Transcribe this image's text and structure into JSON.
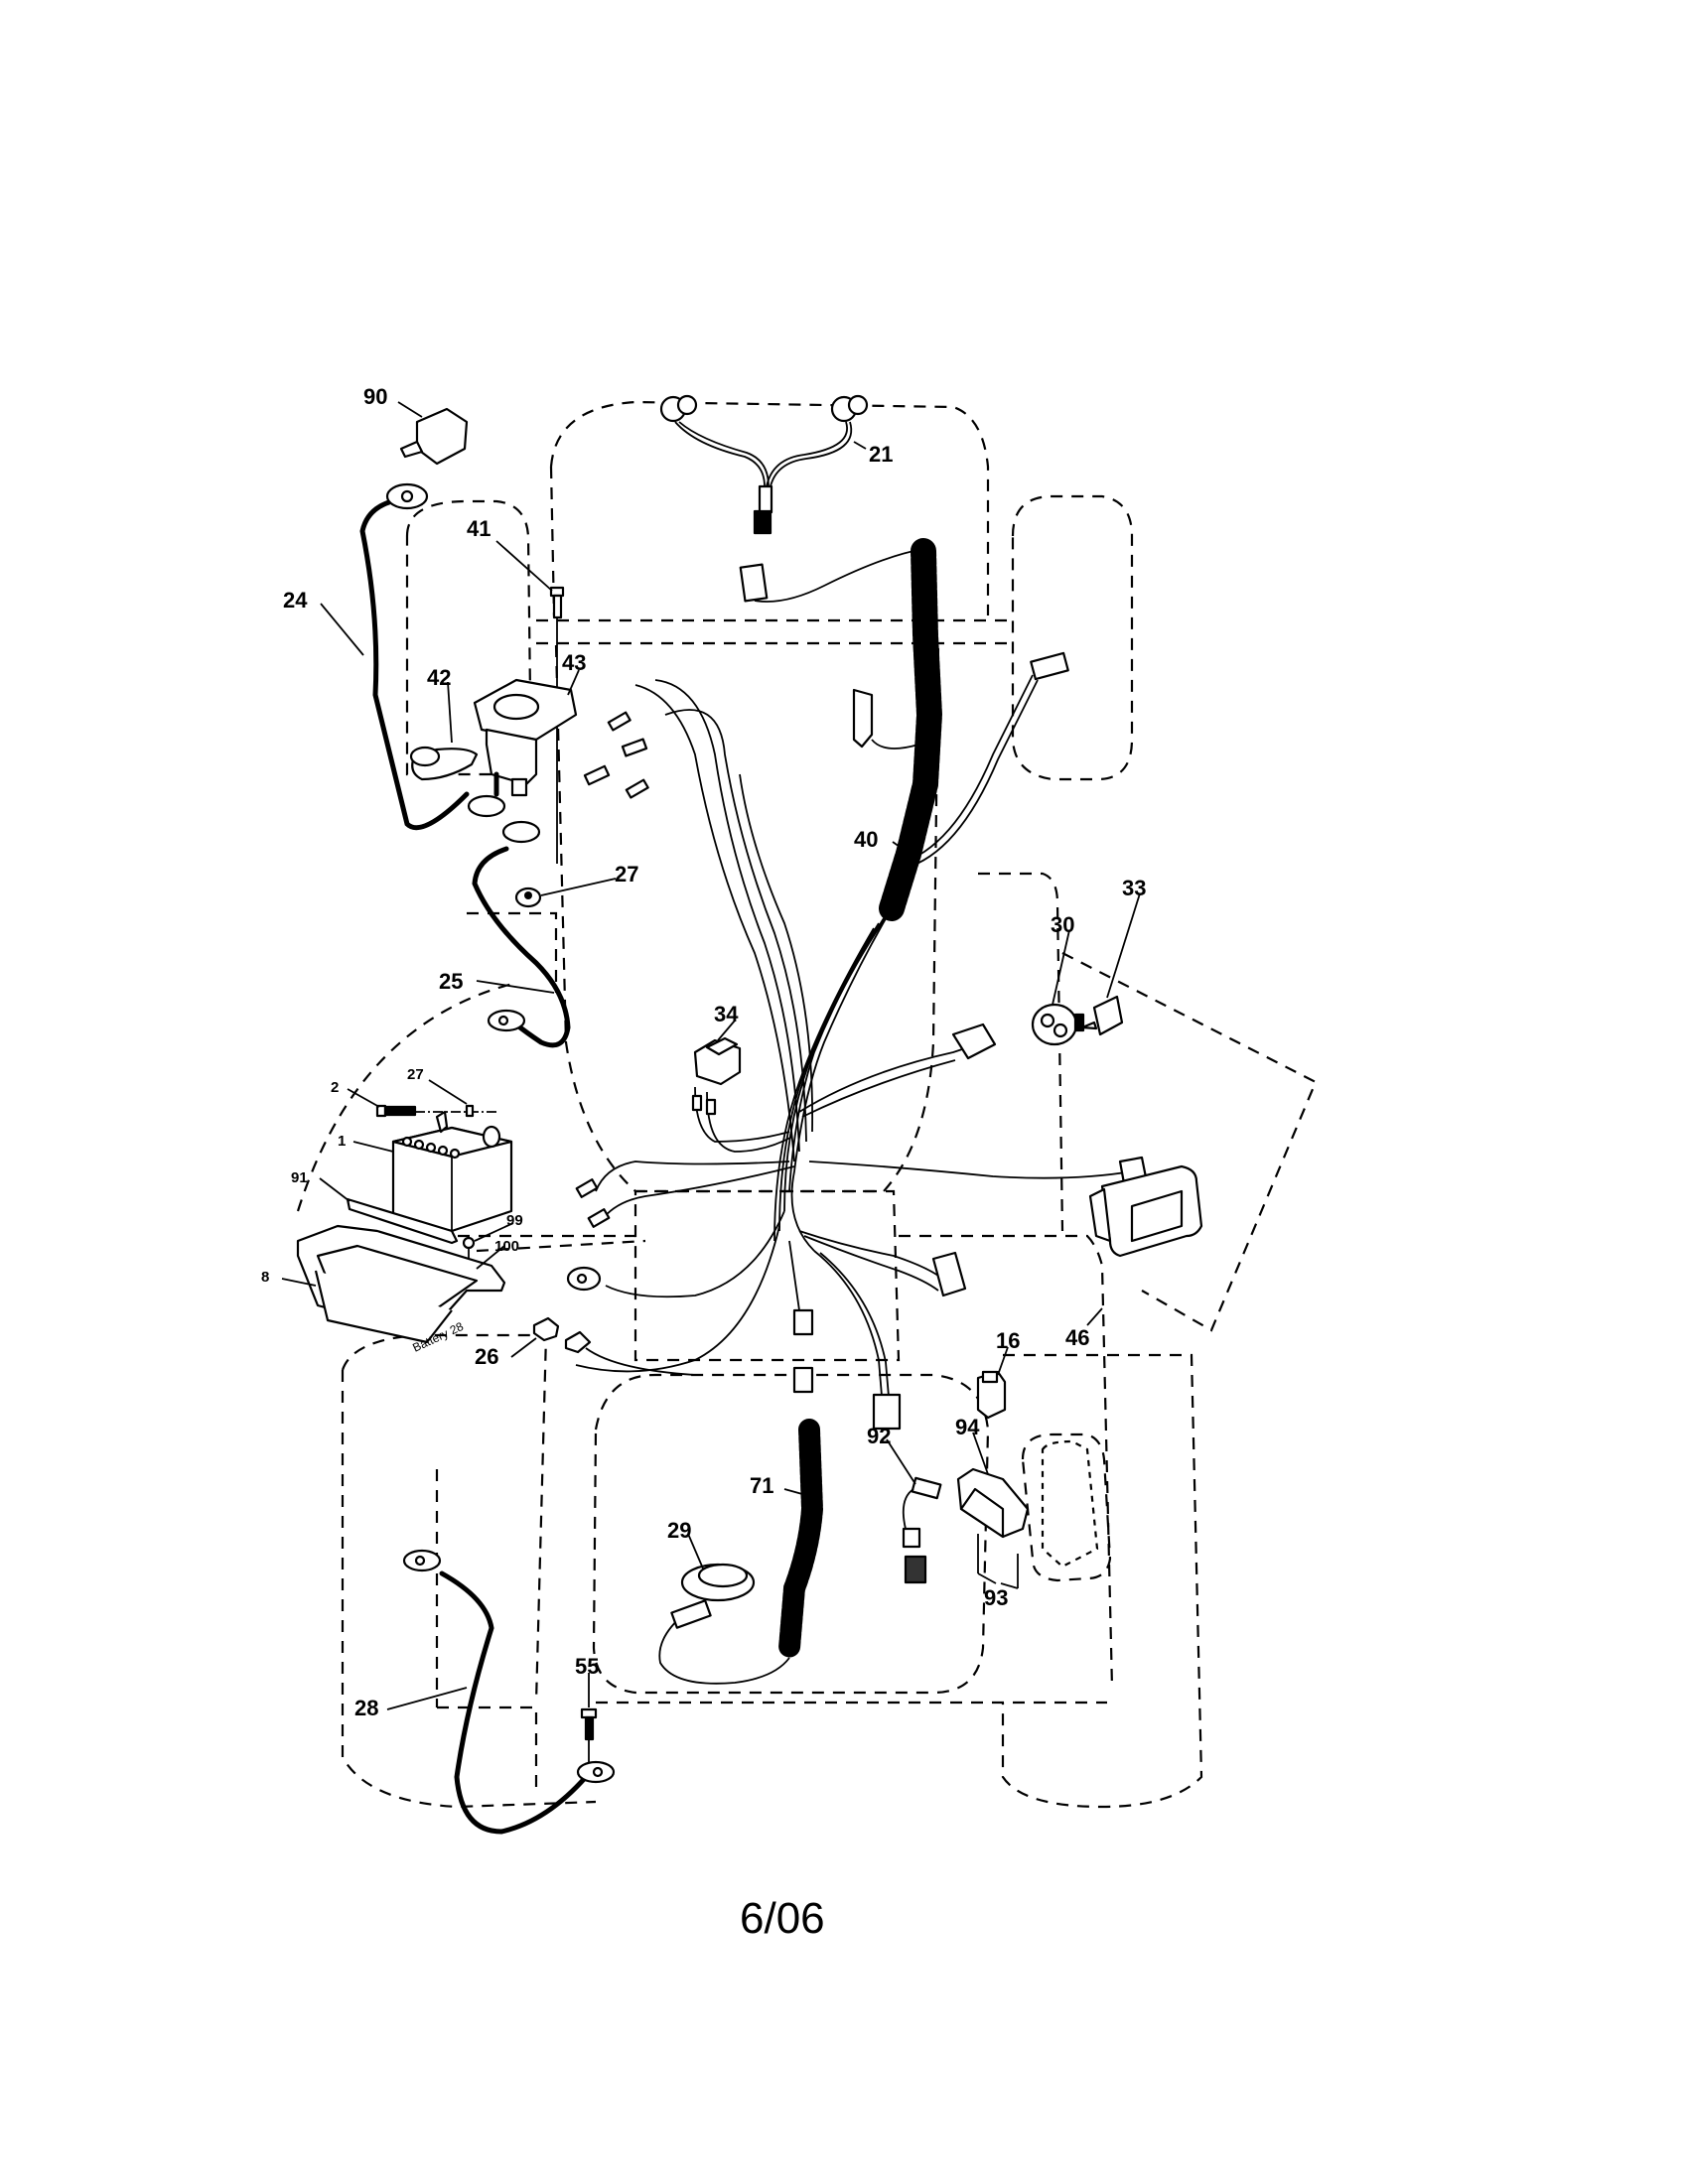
{
  "document": {
    "type": "parts-diagram",
    "subject": "lawn tractor electrical system",
    "revision_date": "6/06"
  },
  "callouts": [
    {
      "id": "90",
      "part": "connector-block"
    },
    {
      "id": "21",
      "part": "headlight-harness"
    },
    {
      "id": "41",
      "part": "bolt"
    },
    {
      "id": "24",
      "part": "battery-cable"
    },
    {
      "id": "42",
      "part": "terminal-boot"
    },
    {
      "id": "43",
      "part": "solenoid"
    },
    {
      "id": "40",
      "part": "main-wiring-harness"
    },
    {
      "id": "27",
      "part": "nut"
    },
    {
      "id": "33",
      "part": "switch"
    },
    {
      "id": "30",
      "part": "ignition-switch"
    },
    {
      "id": "25",
      "part": "battery-cable"
    },
    {
      "id": "34",
      "part": "rocker-switch"
    },
    {
      "id": "2",
      "part": "bolt"
    },
    {
      "id": "27b",
      "label": "27",
      "part": "nut"
    },
    {
      "id": "1",
      "part": "battery"
    },
    {
      "id": "91",
      "part": "battery-strap"
    },
    {
      "id": "99",
      "part": "screw"
    },
    {
      "id": "100",
      "part": "washer"
    },
    {
      "id": "8",
      "part": "battery-tray"
    },
    {
      "id": "26",
      "part": "fuse"
    },
    {
      "id": "46",
      "part": "module"
    },
    {
      "id": "16",
      "part": "relay"
    },
    {
      "id": "94",
      "part": "seat-switch"
    },
    {
      "id": "92",
      "part": "wire-harness"
    },
    {
      "id": "71",
      "part": "conduit-harness"
    },
    {
      "id": "29",
      "part": "seat-switch-button"
    },
    {
      "id": "93",
      "part": "screw"
    },
    {
      "id": "55",
      "part": "bolt"
    },
    {
      "id": "28",
      "part": "ground-cable"
    }
  ],
  "tray_text": "Battery 28"
}
